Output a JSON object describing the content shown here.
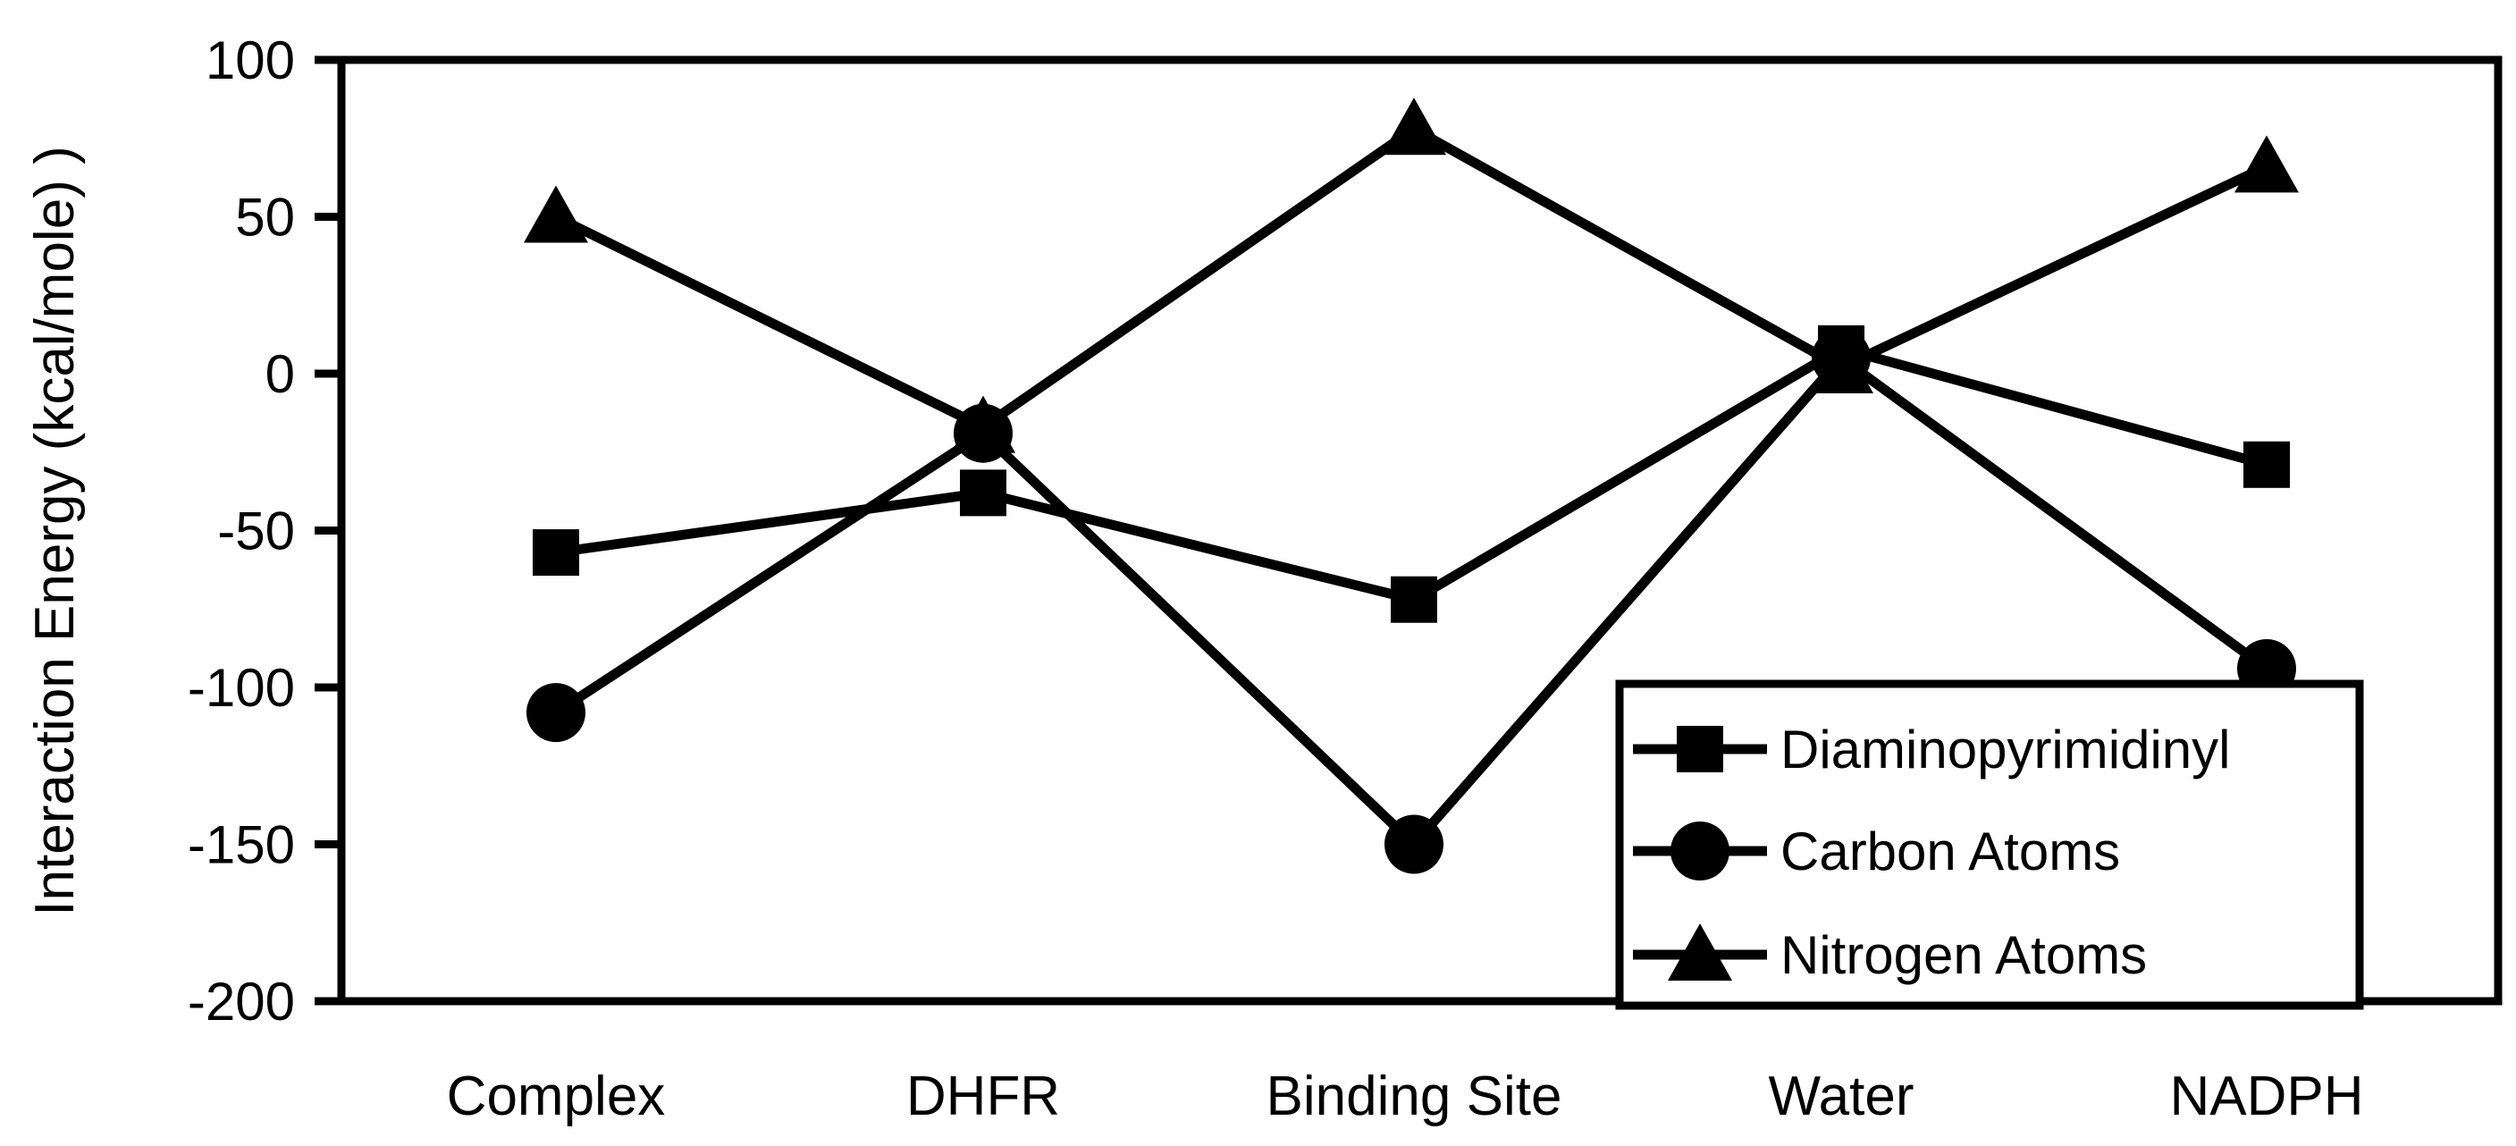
{
  "page": {
    "background_color": "#ffffff",
    "foreground_color": "#000000"
  },
  "chart_data": {
    "type": "line",
    "title": "",
    "xlabel": "",
    "ylabel": "Interaction Energy (kcal/mole) )",
    "categories": [
      "Complex",
      "DHFR",
      "Binding Site",
      "Water",
      "NADPH"
    ],
    "series": [
      {
        "name": "Diaminopyrimidinyl",
        "marker": "square",
        "color": "#000000",
        "values": [
          -57,
          -38,
          -72,
          8,
          -29
        ]
      },
      {
        "name": "Carbon Atoms",
        "marker": "circle",
        "color": "#000000",
        "values": [
          -108,
          -19,
          -150,
          5,
          -94
        ]
      },
      {
        "name": "Nitrogen Atoms",
        "marker": "triangle",
        "color": "#000000",
        "values": [
          50,
          -17,
          78,
          2,
          66
        ]
      }
    ],
    "ylim": [
      -200,
      100
    ],
    "yticks": [
      100,
      50,
      0,
      -50,
      -100,
      -150,
      -200
    ],
    "ytick_step": 50,
    "grid": false,
    "legend_position": "inside-bottom-right",
    "plot_border": true
  }
}
